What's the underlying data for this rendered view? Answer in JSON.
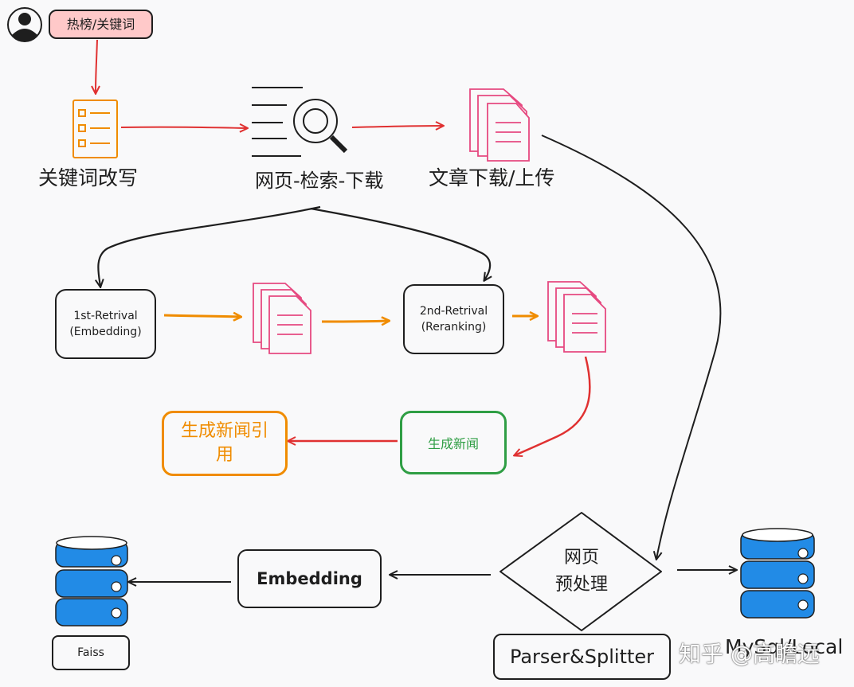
{
  "nodes": {
    "hot_keywords": "热榜/关键词",
    "keyword_rewrite": "关键词改写",
    "web_search_download": "网页-检索-下载",
    "article_download_upload": "文章下载/上传",
    "first_retrieval_line1": "1st-Retrival",
    "first_retrieval_line2": "(Embedding)",
    "second_retrieval_line1": "2nd-Retrival",
    "second_retrieval_line2": "(Reranking)",
    "generate_news": "生成新闻",
    "generate_citation_line1": "生成新闻引",
    "generate_citation_line2": "用",
    "web_preprocess_line1": "网页",
    "web_preprocess_line2": "预处理",
    "embedding": "Embedding",
    "faiss": "Faiss",
    "parser_splitter": "Parser&Splitter",
    "mysql_local": "MySql/Local"
  },
  "watermark": "知乎 @高瞻远",
  "colors": {
    "red": "#e03131",
    "orange": "#f08c00",
    "pink": "#e64980",
    "green": "#2f9e44",
    "blue": "#1971c2",
    "db_blue": "#228be6",
    "dark": "#1e1e1e",
    "tag_fill": "#ffc9c9"
  }
}
